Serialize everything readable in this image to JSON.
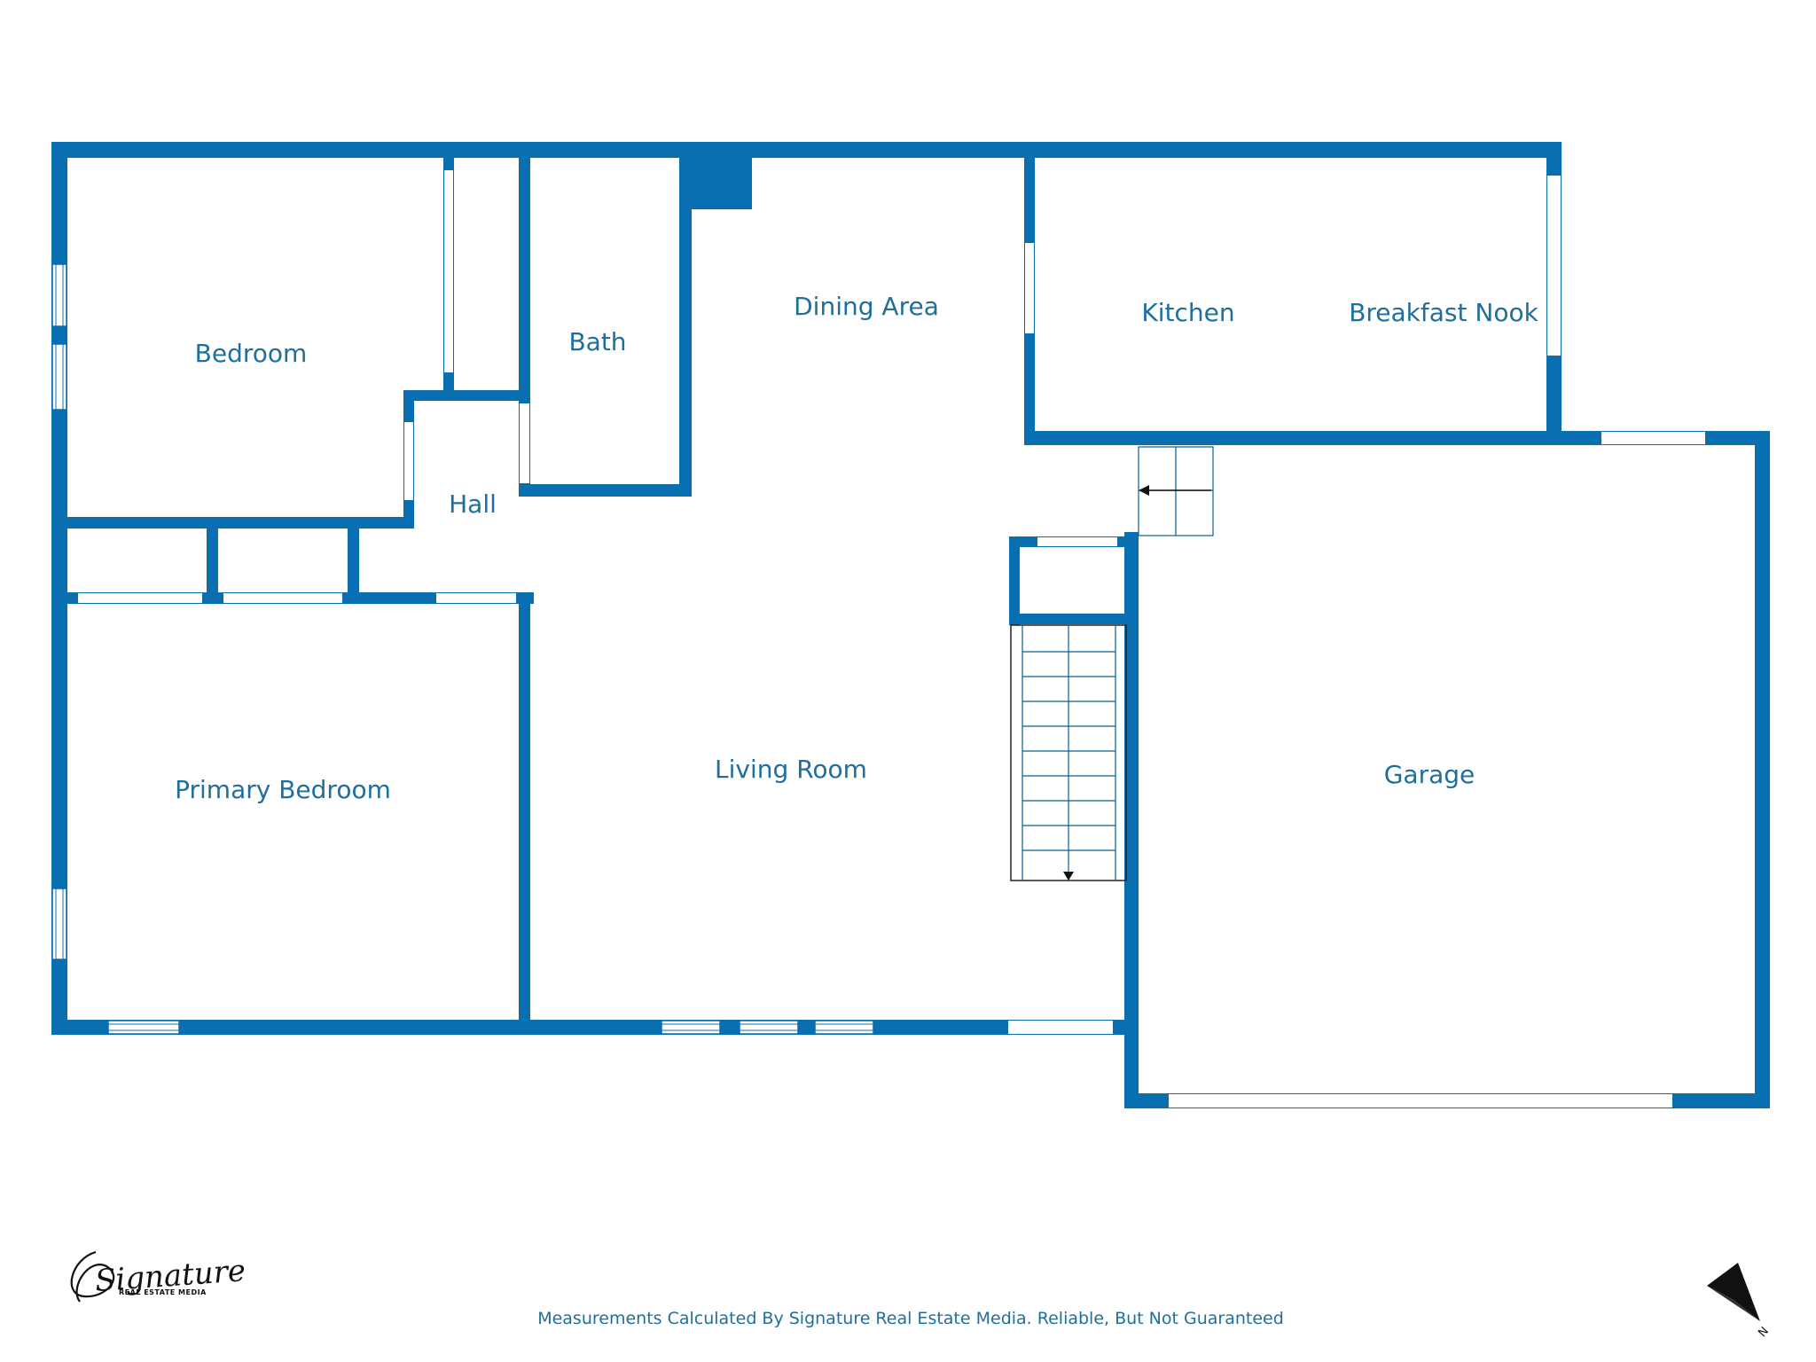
{
  "colors": {
    "wall": "#0a6fb0",
    "label": "#1f6f9c",
    "background": "#ffffff"
  },
  "rooms": {
    "bedroom": "Bedroom",
    "bath": "Bath",
    "dining_area": "Dining Area",
    "kitchen": "Kitchen",
    "breakfast_nook": "Breakfast Nook",
    "hall": "Hall",
    "primary_bedroom": "Primary Bedroom",
    "living_room": "Living Room",
    "garage": "Garage"
  },
  "footer": {
    "disclaimer": "Measurements Calculated By Signature Real Estate Media. Reliable, But Not Guaranteed"
  },
  "logo": {
    "script": "Signature",
    "subtitle": "REAL ESTATE MEDIA"
  },
  "compass": {
    "letter": "N",
    "icon": "north-arrow-icon"
  }
}
